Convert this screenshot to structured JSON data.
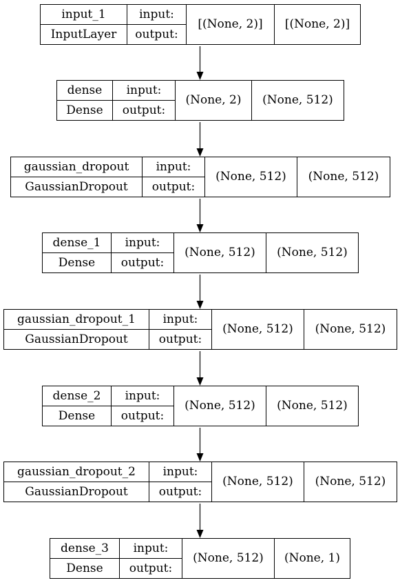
{
  "layers": [
    {
      "name": "input_1",
      "type": "InputLayer",
      "input_label": "input:",
      "output_label": "output:",
      "input_shape": "[(None, 2)]",
      "output_shape": "[(None, 2)]"
    },
    {
      "name": "dense",
      "type": "Dense",
      "input_label": "input:",
      "output_label": "output:",
      "input_shape": "(None, 2)",
      "output_shape": "(None, 512)"
    },
    {
      "name": "gaussian_dropout",
      "type": "GaussianDropout",
      "input_label": "input:",
      "output_label": "output:",
      "input_shape": "(None, 512)",
      "output_shape": "(None, 512)"
    },
    {
      "name": "dense_1",
      "type": "Dense",
      "input_label": "input:",
      "output_label": "output:",
      "input_shape": "(None, 512)",
      "output_shape": "(None, 512)"
    },
    {
      "name": "gaussian_dropout_1",
      "type": "GaussianDropout",
      "input_label": "input:",
      "output_label": "output:",
      "input_shape": "(None, 512)",
      "output_shape": "(None, 512)"
    },
    {
      "name": "dense_2",
      "type": "Dense",
      "input_label": "input:",
      "output_label": "output:",
      "input_shape": "(None, 512)",
      "output_shape": "(None, 512)"
    },
    {
      "name": "gaussian_dropout_2",
      "type": "GaussianDropout",
      "input_label": "input:",
      "output_label": "output:",
      "input_shape": "(None, 512)",
      "output_shape": "(None, 512)"
    },
    {
      "name": "dense_3",
      "type": "Dense",
      "input_label": "input:",
      "output_label": "output:",
      "input_shape": "(None, 512)",
      "output_shape": "(None, 1)"
    }
  ]
}
